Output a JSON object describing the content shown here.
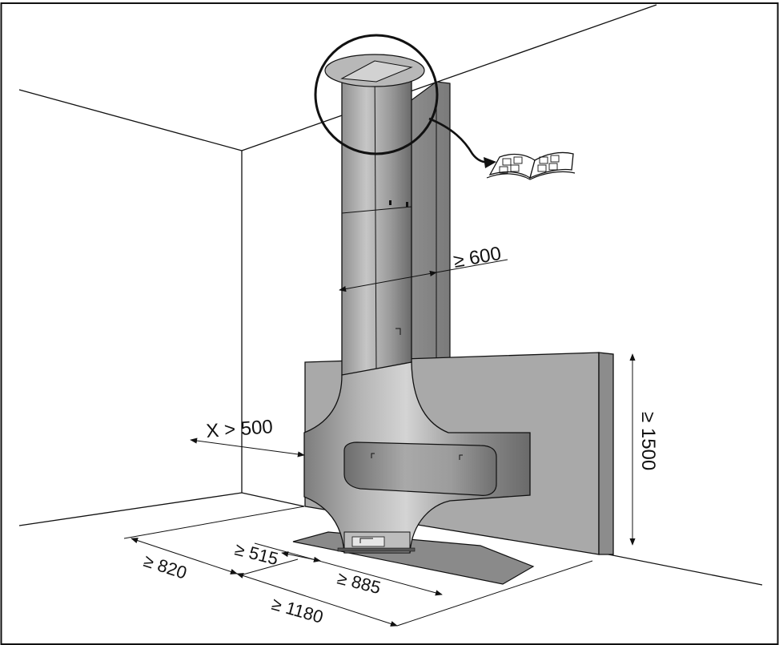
{
  "dimensions": {
    "side_clearance": "X > 500",
    "rear_depth": "≥ 600",
    "back_wall_height": "≥ 1500",
    "base_width": "≥ 820",
    "base_offset": "≥ 515",
    "base_depth": "≥ 885",
    "total_depth": "≥ 1180"
  },
  "colors": {
    "line": "#111111",
    "wall_panel": "#a9a9a9",
    "wall_panel_side": "#8c8c8c",
    "floor_plate": "#8a8a8a",
    "stove_light": "#c8c8c8",
    "stove_dark": "#6e6e6e"
  },
  "icons": {
    "manual": "open-book-icon",
    "callout": "magnifier-circle-icon"
  }
}
